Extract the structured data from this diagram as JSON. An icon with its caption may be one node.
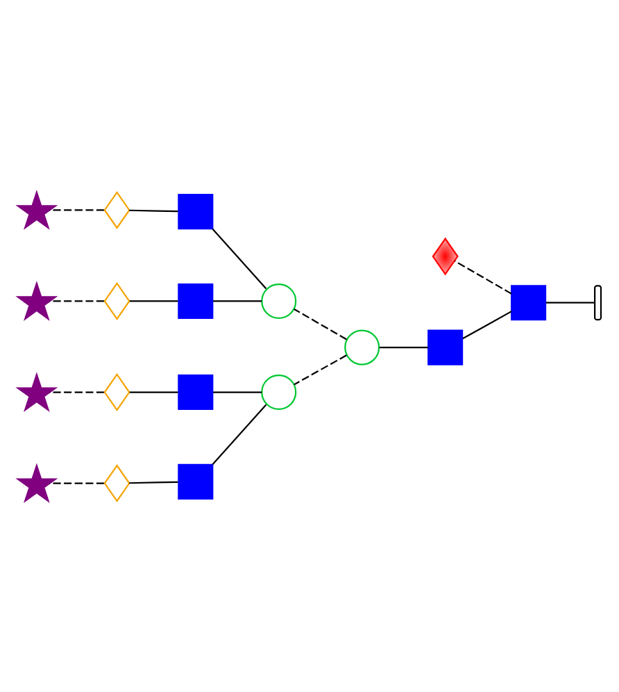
{
  "diagram": {
    "nodes": [
      {
        "text": [],
        "shape": "box"
      },
      {
        "text": [],
        "shape": "diamond"
      },
      {
        "text": [],
        "shape": "circle"
      },
      {
        "text": [],
        "shape": "star"
      },
      {
        "text": [],
        "shape": "diamond"
      },
      {
        "text": [],
        "shape": "box"
      },
      {
        "text": [],
        "shape": "diamond"
      },
      {
        "text": [],
        "shape": "circle"
      },
      {
        "text": [],
        "shape": "box"
      },
      {
        "text": [],
        "shape": "box"
      },
      {
        "text": [],
        "shape": "bracket"
      },
      {
        "text": [],
        "shape": "star"
      },
      {
        "text": [],
        "shape": "diamond"
      },
      {
        "text": [],
        "shape": "box"
      },
      {
        "text": [],
        "shape": "circle"
      },
      {
        "text": [],
        "shape": "star"
      },
      {
        "text": [],
        "shape": "box"
      },
      {
        "text": [],
        "shape": "diamond"
      },
      {
        "text": [],
        "shape": "star"
      }
    ],
    "edges": [
      {
        "from": 10,
        "to": 9,
        "arrow": "none"
      },
      {
        "from": 9,
        "to": 8,
        "arrow": "none"
      },
      {
        "from": 9,
        "to": 4,
        "arrow": "none",
        "style": "dashed"
      },
      {
        "from": 8,
        "to": 7,
        "arrow": "none"
      },
      {
        "from": 7,
        "to": 2,
        "arrow": "none",
        "style": "dashed"
      },
      {
        "from": 7,
        "to": 14,
        "arrow": "none",
        "style": "dashed"
      },
      {
        "from": 2,
        "to": 0,
        "arrow": "none"
      },
      {
        "from": 2,
        "to": 5,
        "arrow": "none"
      },
      {
        "from": 0,
        "to": 1,
        "arrow": "none"
      },
      {
        "from": 1,
        "to": 3,
        "arrow": "none",
        "style": "dashed"
      },
      {
        "from": 5,
        "to": 6,
        "arrow": "none"
      },
      {
        "from": 6,
        "to": 11,
        "arrow": "none",
        "style": "dashed"
      },
      {
        "from": 14,
        "to": 13,
        "arrow": "none"
      },
      {
        "from": 14,
        "to": 16,
        "arrow": "none"
      },
      {
        "from": 13,
        "to": 12,
        "arrow": "none"
      },
      {
        "from": 12,
        "to": 15,
        "arrow": "none",
        "style": "dashed"
      },
      {
        "from": 16,
        "to": 17,
        "arrow": "none"
      },
      {
        "from": 17,
        "to": 18,
        "arrow": "none",
        "style": "dashed"
      }
    ]
  }
}
